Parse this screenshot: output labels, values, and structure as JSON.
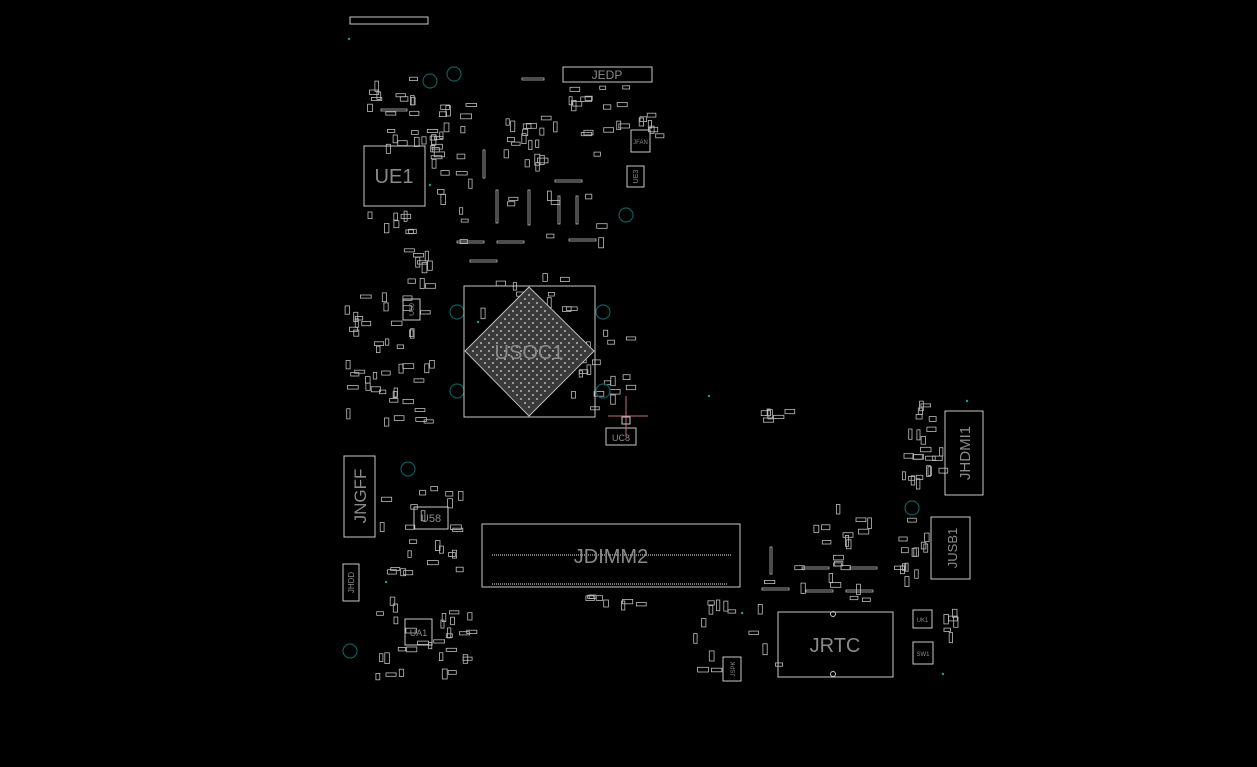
{
  "view": {
    "background": "#000000",
    "outline_color": "#c8c8c8",
    "hole_color": "#0f5a5a",
    "via_color": "#1a9a9a",
    "cursor_color": "#c07080"
  },
  "components": {
    "jedp": "JEDP",
    "ue1": "UE1",
    "jfan": "JFAN",
    "ue3": "UE3",
    "usoc1": "USOC1",
    "u60": "U60",
    "uc8": "UC8",
    "jngff": "JNGFF",
    "u58": "U58",
    "jdimm2": "JDIMM2",
    "jhdd": "JHDD",
    "ua1": "UA1",
    "jspk": "JSPK",
    "jrtc": "JRTC",
    "uk1": "UK1",
    "sw1": "SW1",
    "jhdmi1": "JHDMI1",
    "jusb1": "JUSB1"
  }
}
